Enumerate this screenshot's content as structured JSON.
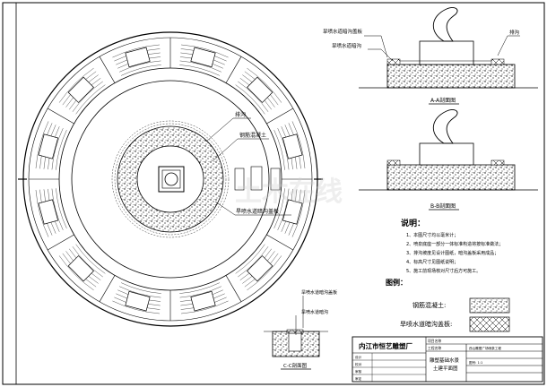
{
  "plan_labels": {
    "drain": "排沟",
    "concrete": "钢筋混凝土",
    "cover": "旱喷水道暗沟盖板"
  },
  "section_aa": {
    "title": "A-A剖面图",
    "label_cover": "旱喷水道暗沟盖板",
    "label_channel": "旱喷水道暗沟",
    "label_drain": "排沟"
  },
  "section_bb": {
    "title": "B-B剖面图"
  },
  "section_cc": {
    "title": "C-C剖面图",
    "label_cover": "旱喷水道暗沟盖板",
    "label_channel": "旱喷水道暗沟"
  },
  "notes": {
    "title": "说明：",
    "items": [
      "1、本图尺寸均以毫米计；",
      "2、喷泉底座一部分一体标准构造将按标准做法；",
      "3、排沟坡度见设计图纸，暗沟盖板采用成品；",
      "4、标高尺寸见图纸说明；",
      "5、施工前现场核对尺寸后方可施工。"
    ]
  },
  "legend": {
    "title": "图例：",
    "items": [
      {
        "label": "钢筋混凝土:",
        "pattern": "stipple"
      },
      {
        "label": "旱喷水道暗沟盖板:",
        "pattern": "crosshatch"
      }
    ]
  },
  "title_block": {
    "company": "内江市恒艺雕塑厂",
    "drawing_name": "雕塑基础水景",
    "drawing_subname": "土建平面图",
    "small_rows": [
      "项目名称",
      "工程名称",
      "设计",
      "校对",
      "审核",
      "审定"
    ],
    "project_text": "西山雕塑广场喷泉工程",
    "scale_text": "图号: 1:1"
  },
  "watermark": "土木在线"
}
